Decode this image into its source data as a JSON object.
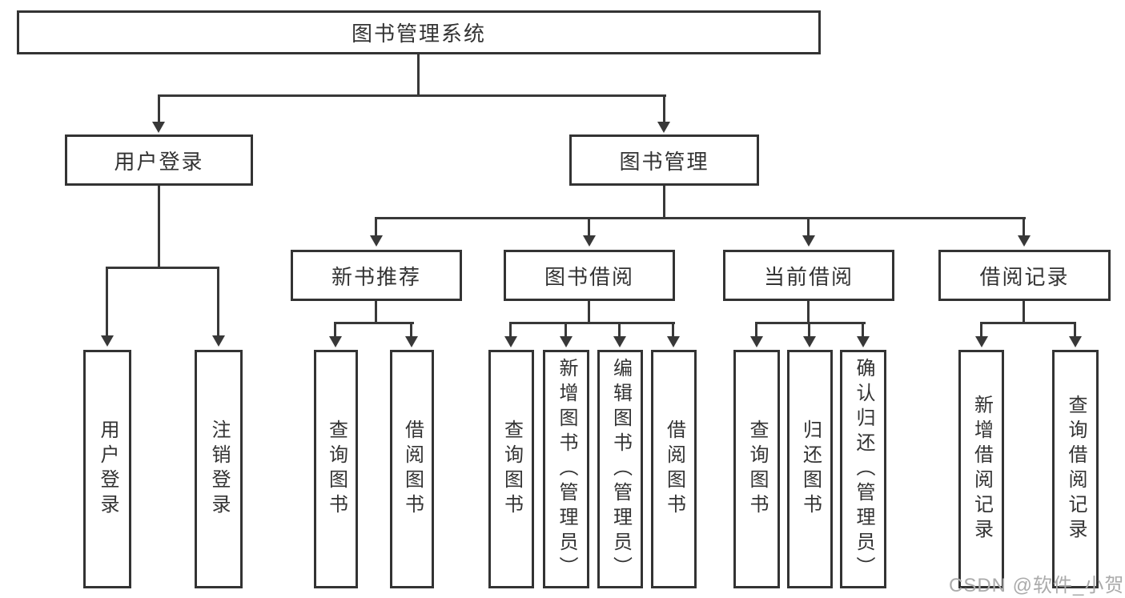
{
  "diagram": {
    "root": {
      "label": "图书管理系统"
    },
    "level1": [
      {
        "label": "用户登录"
      },
      {
        "label": "图书管理"
      }
    ],
    "level2": [
      {
        "label": "新书推荐"
      },
      {
        "label": "图书借阅"
      },
      {
        "label": "当前借阅"
      },
      {
        "label": "借阅记录"
      }
    ],
    "leaves": [
      {
        "label": "用户登录"
      },
      {
        "label": "注销登录"
      },
      {
        "label": "查询图书"
      },
      {
        "label": "借阅图书"
      },
      {
        "label": "查询图书"
      },
      {
        "label": "新增图书（管理员）"
      },
      {
        "label": "编辑图书（管理员）"
      },
      {
        "label": "借阅图书"
      },
      {
        "label": "查询图书"
      },
      {
        "label": "归还图书"
      },
      {
        "label": "确认归还（管理员）"
      },
      {
        "label": "新增借阅记录"
      },
      {
        "label": "查询借阅记录"
      }
    ],
    "watermark": "CSDN @软件_小贺同学",
    "colors": {
      "line": "#383838",
      "border": "#333333",
      "text": "#333333",
      "watermark": "#ababab",
      "background": "#ffffff"
    }
  }
}
